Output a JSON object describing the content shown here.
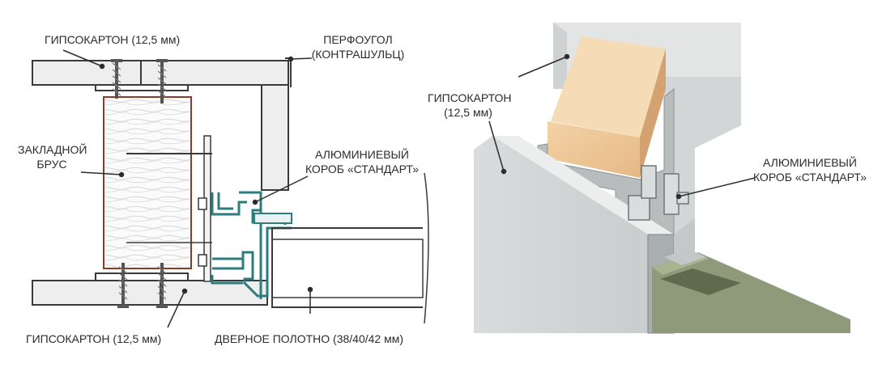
{
  "left": {
    "drywall_top": "ГИПСОКАРТОН (12,5 мм)",
    "perfougol_1": "ПЕРФОУГОЛ",
    "perfougol_2": "(КОНТРАШУЛЬЦ)",
    "brus_1": "ЗАКЛАДНОЙ",
    "brus_2": "БРУС",
    "alum_1": "АЛЮМИНИЕВЫЙ",
    "alum_2": "КОРОБ «СТАНДАРТ»",
    "drywall_bottom": "ГИПСОКАРТОН (12,5 мм)",
    "door_leaf": "ДВЕРНОЕ ПОЛОТНО (38/40/42 мм)"
  },
  "right": {
    "drywall_1": "ГИПСОКАРТОН",
    "drywall_2": "(12,5 мм)",
    "alum_1": "АЛЮМИНИЕВЫЙ",
    "alum_2": "КОРОБ «СТАНДАРТ»"
  },
  "colors": {
    "profile": "#2e7d7e",
    "wood_edge": "#8a3a2a",
    "drywall_fill": "#eeeeee",
    "stroke": "#3a3a3a"
  }
}
